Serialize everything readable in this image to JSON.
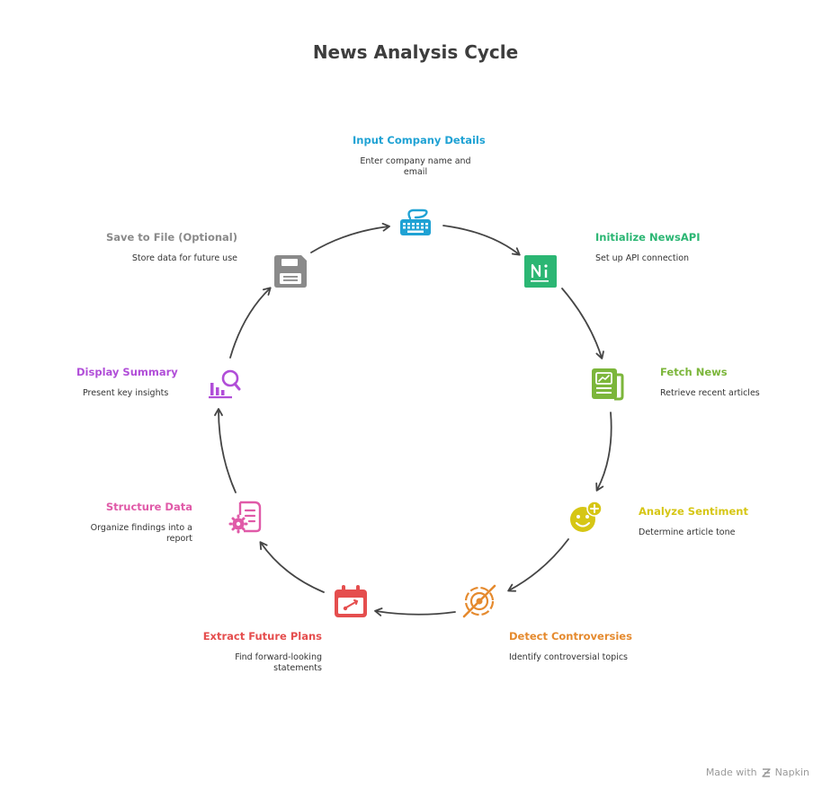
{
  "title": "News Analysis Cycle",
  "steps": [
    {
      "title": "Input Company Details",
      "desc": "Enter company name and email",
      "color": "#1fa2d4",
      "icon": "keyboard-icon"
    },
    {
      "title": "Initialize NewsAPI",
      "desc": "Set up API connection",
      "color": "#2bb673",
      "icon": "newsapi-logo-icon"
    },
    {
      "title": "Fetch News",
      "desc": "Retrieve recent articles",
      "color": "#7cb63b",
      "icon": "newspaper-trend-icon"
    },
    {
      "title": "Analyze Sentiment",
      "desc": "Determine article tone",
      "color": "#d6c615",
      "icon": "smiley-plus-icon"
    },
    {
      "title": "Detect Controversies",
      "desc": "Identify controversial topics",
      "color": "#e58a2e",
      "icon": "target-slash-icon"
    },
    {
      "title": "Extract Future Plans",
      "desc": "Find forward-looking statements",
      "color": "#e54e4e",
      "icon": "calendar-icon"
    },
    {
      "title": "Structure Data",
      "desc": "Organize findings into a report",
      "color": "#e05aa8",
      "icon": "document-gear-icon"
    },
    {
      "title": "Display Summary",
      "desc": "Present key insights",
      "color": "#b14ed8",
      "icon": "chart-search-icon"
    },
    {
      "title": "Save to File (Optional)",
      "desc": "Store data for future use",
      "color": "#8a8a8a",
      "icon": "floppy-disk-icon"
    }
  ],
  "footer": {
    "prefix": "Made with",
    "brand": "Napkin"
  }
}
